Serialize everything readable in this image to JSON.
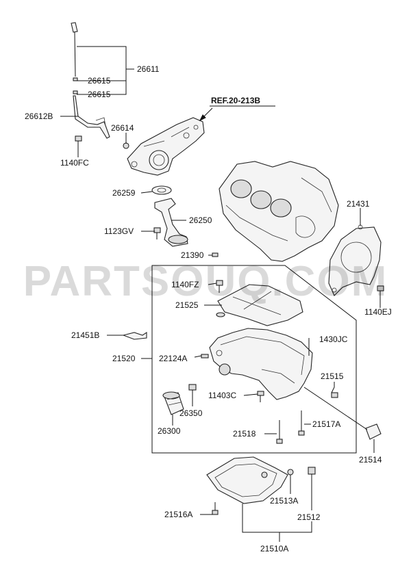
{
  "reference": "REF.20-213B",
  "watermark": "PARTSOUQ.COM",
  "part_numbers": {
    "p26611": "26611",
    "p26615a": "26615",
    "p26615b": "26615",
    "p26612B": "26612B",
    "p26614": "26614",
    "p1140FC": "1140FC",
    "p26259": "26259",
    "p26250": "26250",
    "p1123GV": "1123GV",
    "p21390": "21390",
    "p21431": "21431",
    "p1140EJ": "1140EJ",
    "p1140FZ": "1140FZ",
    "p21525": "21525",
    "p21451B": "21451B",
    "p21520": "21520",
    "p22124A": "22124A",
    "p1430JC": "1430JC",
    "p21515": "21515",
    "p11403C": "11403C",
    "p26350": "26350",
    "p26300": "26300",
    "p21518": "21518",
    "p21517A": "21517A",
    "p21514": "21514",
    "p21513A": "21513A",
    "p21512": "21512",
    "p21516A": "21516A",
    "p21510A": "21510A"
  }
}
